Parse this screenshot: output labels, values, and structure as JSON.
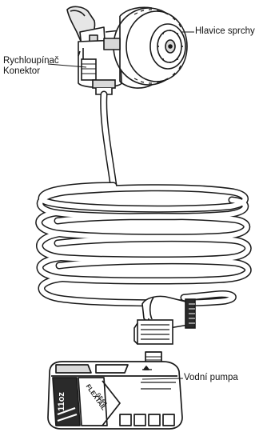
{
  "labels": {
    "sprayer_head": "Hlavice sprchy",
    "connector_line1": "Rychloupínač",
    "connector_line2": "Konektor",
    "water_pump": "Vodní pumpa"
  },
  "pump_branding": {
    "brand": "FLEXTAIL",
    "model": "GEAR",
    "capacity": "11oz"
  },
  "colors": {
    "outline": "#1a1a1a",
    "body_fill": "#ffffff",
    "shade_fill": "#d9d9d9",
    "dark_fill": "#2a2a2a",
    "text": "#111111"
  }
}
